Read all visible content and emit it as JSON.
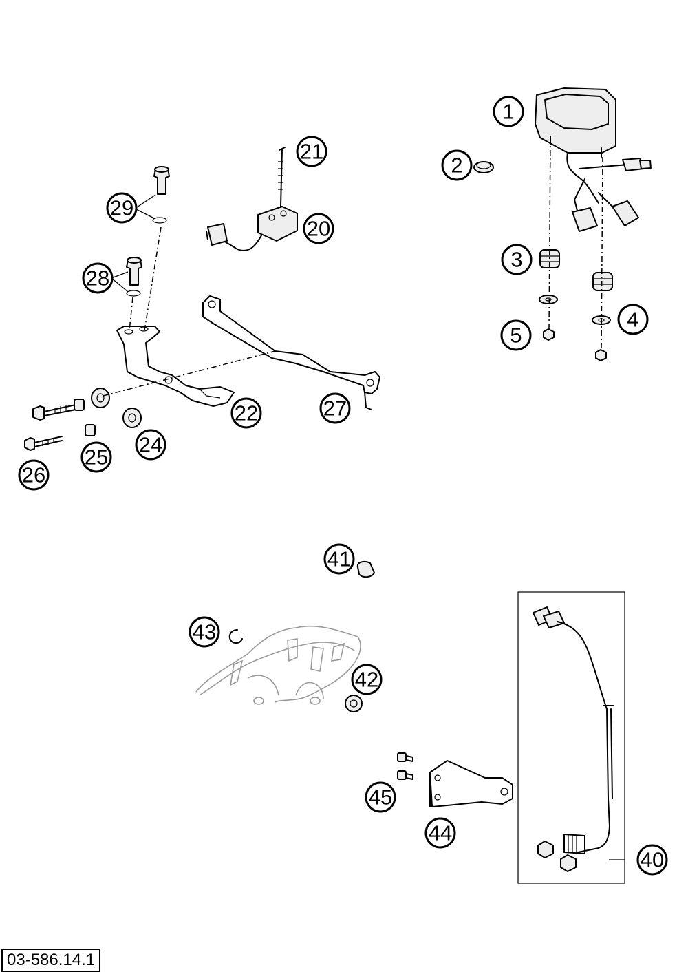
{
  "diagram": {
    "document_number": "03-586.14.1",
    "callouts": [
      {
        "id": "callout-1",
        "label": "1"
      },
      {
        "id": "callout-2",
        "label": "2"
      },
      {
        "id": "callout-3",
        "label": "3"
      },
      {
        "id": "callout-4",
        "label": "4"
      },
      {
        "id": "callout-5",
        "label": "5"
      },
      {
        "id": "callout-20",
        "label": "20"
      },
      {
        "id": "callout-21",
        "label": "21"
      },
      {
        "id": "callout-22",
        "label": "22"
      },
      {
        "id": "callout-24",
        "label": "24"
      },
      {
        "id": "callout-25",
        "label": "25"
      },
      {
        "id": "callout-26",
        "label": "26"
      },
      {
        "id": "callout-27",
        "label": "27"
      },
      {
        "id": "callout-28",
        "label": "28"
      },
      {
        "id": "callout-29",
        "label": "29"
      },
      {
        "id": "callout-40",
        "label": "40"
      },
      {
        "id": "callout-41",
        "label": "41"
      },
      {
        "id": "callout-42",
        "label": "42"
      },
      {
        "id": "callout-43",
        "label": "43"
      },
      {
        "id": "callout-44",
        "label": "44"
      },
      {
        "id": "callout-45",
        "label": "45"
      }
    ]
  }
}
